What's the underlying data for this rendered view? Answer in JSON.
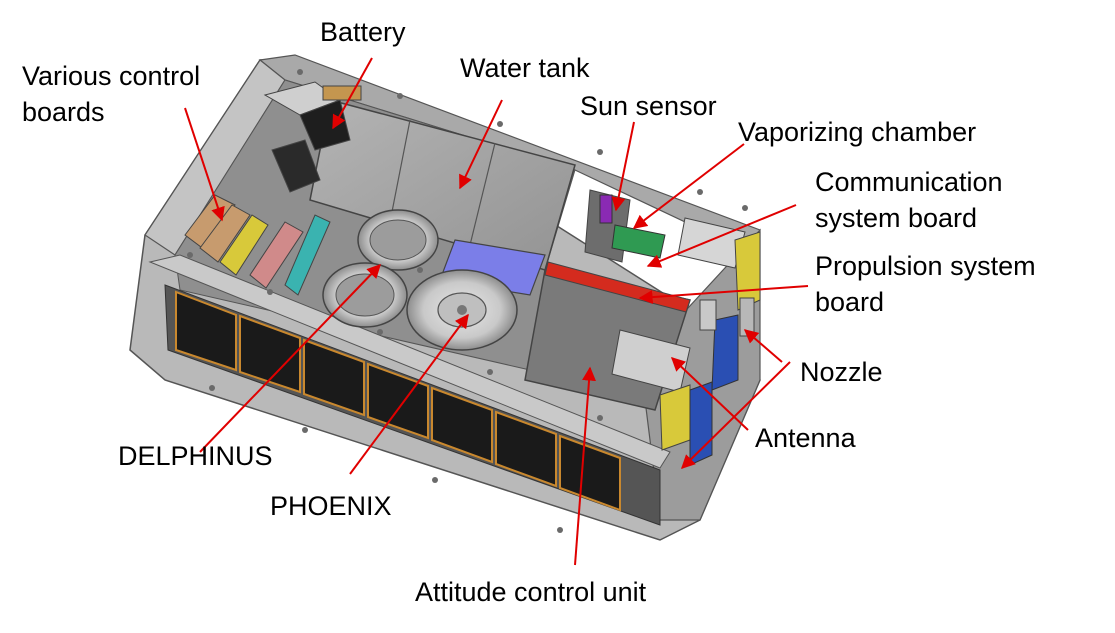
{
  "labels": {
    "battery": "Battery",
    "control_boards_line1": "Various control",
    "control_boards_line2": "boards",
    "water_tank": "Water tank",
    "sun_sensor": "Sun sensor",
    "vaporizing_chamber": "Vaporizing chamber",
    "comm_board_line1": "Communication",
    "comm_board_line2": "system board",
    "prop_board_line1": "Propulsion system",
    "prop_board_line2": "board",
    "nozzle": "Nozzle",
    "antenna": "Antenna",
    "delphinus": "DELPHINUS",
    "phoenix": "PHOENIX",
    "attitude_unit": "Attitude control unit"
  },
  "colors": {
    "arrow": "#e00000",
    "chassis": "#9e9e9e",
    "tank": "#a8a8a8",
    "solar_cell": "#1a1a1a",
    "water_block": "#7b7ee8",
    "red_board": "#d42b1e",
    "teal_board": "#3ab3b0",
    "pink_board": "#d08a8a",
    "tan_board": "#c79b6e",
    "yellow_part": "#d8c93a",
    "blue_part": "#2a4fb3",
    "green_board": "#2f9a52"
  }
}
